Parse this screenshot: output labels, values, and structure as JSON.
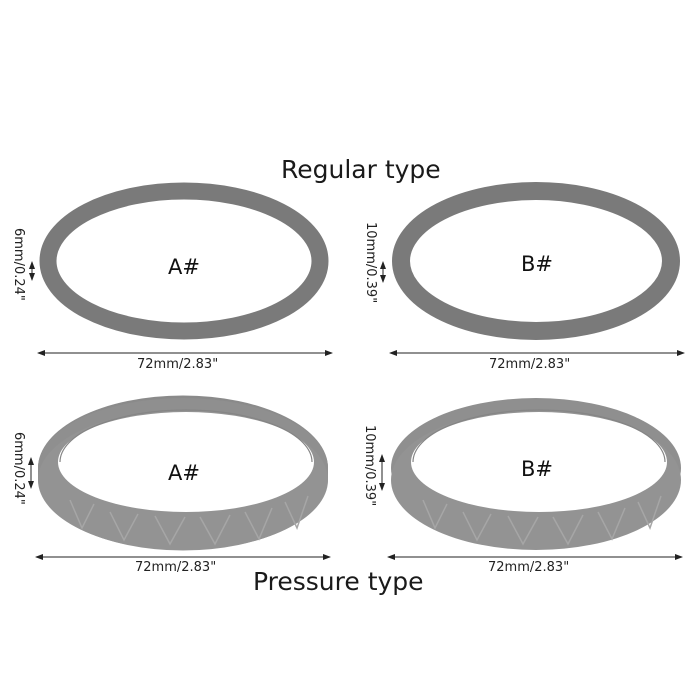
{
  "titles": {
    "regular": "Regular type",
    "pressure": "Pressure type"
  },
  "rings": [
    {
      "id": "regular-a",
      "type": "Regular type",
      "label": "A#",
      "width_dim": "72mm/2.83\"",
      "thickness_dim": "6mm/0.24\""
    },
    {
      "id": "regular-b",
      "type": "Regular type",
      "label": "B#",
      "width_dim": "72mm/2.83\"",
      "thickness_dim": "10mm/0.39\""
    },
    {
      "id": "pressure-a",
      "type": "Pressure type",
      "label": "A#",
      "width_dim": "72mm/2.83\"",
      "thickness_dim": "6mm/0.24\""
    },
    {
      "id": "pressure-b",
      "type": "Pressure type",
      "label": "B#",
      "width_dim": "72mm/2.83\"",
      "thickness_dim": "10mm/0.39\""
    }
  ],
  "colors": {
    "background": "#ffffff",
    "ring_regular": "#7a7a7a",
    "ring_pressure": "#8e8e8e",
    "ring_pressure_inner": "#9a9a9a",
    "text": "#111111"
  }
}
